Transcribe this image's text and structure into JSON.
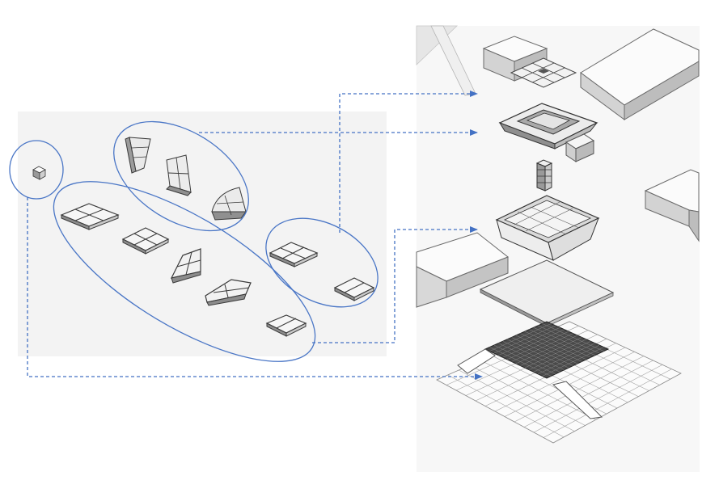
{
  "diagram": {
    "kind": "exploded axonometric component diagram",
    "text_labels": [],
    "colors": {
      "connector": "#4472c4",
      "outline": "#4a76c6",
      "panel_background": "#f3f3f3",
      "render_background": "#f7f7f7",
      "face_light": "#fafafa",
      "face_mid": "#d6d6d6",
      "face_dark": "#8a8a8a",
      "edge": "#3a3a3a",
      "grid_dark": "#555555"
    },
    "left_panel": {
      "groups": [
        {
          "id": "single-cube",
          "item_count": 1
        },
        {
          "id": "curved-modules",
          "item_count": 3
        },
        {
          "id": "floor-modules",
          "item_count": 5
        },
        {
          "id": "window-modules",
          "item_count": 2
        }
      ]
    },
    "right_panel": {
      "layers": [
        "roof-lattice",
        "roof-frame",
        "column-tower",
        "wall-enclosure",
        "floor-slab",
        "ground-grid"
      ]
    },
    "connectors": [
      {
        "from": "curved-modules",
        "to": "roof-frame",
        "style": "dashed",
        "head": "arrow"
      },
      {
        "from": "window-modules",
        "to": "roof-lattice",
        "style": "dashed",
        "head": "arrow"
      },
      {
        "from": "floor-modules",
        "to": "wall-enclosure",
        "style": "dashed",
        "head": "arrow"
      },
      {
        "from": "single-cube",
        "to": "ground-grid",
        "style": "dashed",
        "head": "arrow"
      }
    ]
  }
}
